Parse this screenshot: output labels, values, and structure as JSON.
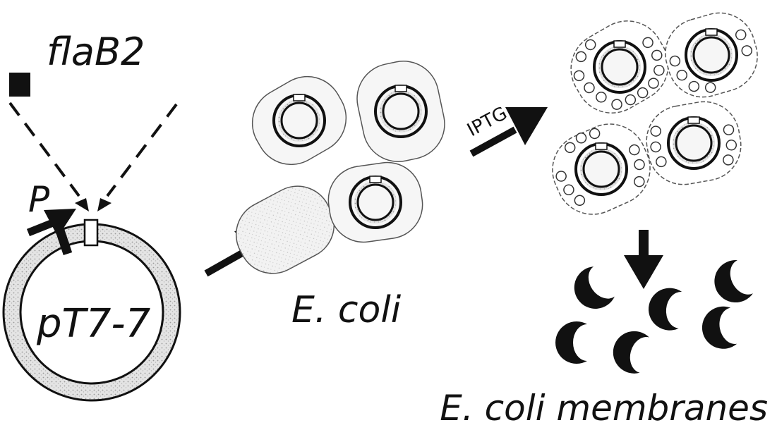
{
  "labels": {
    "gene": "flaB2",
    "promoter": "P",
    "plasmid": "pT7-7",
    "host": "E. coli",
    "inducer": "IPTG",
    "product": "E. coli membranes"
  },
  "colors": {
    "ink": "#111111",
    "stipple": "#d2d2d2",
    "cell_outline": "#555555"
  }
}
